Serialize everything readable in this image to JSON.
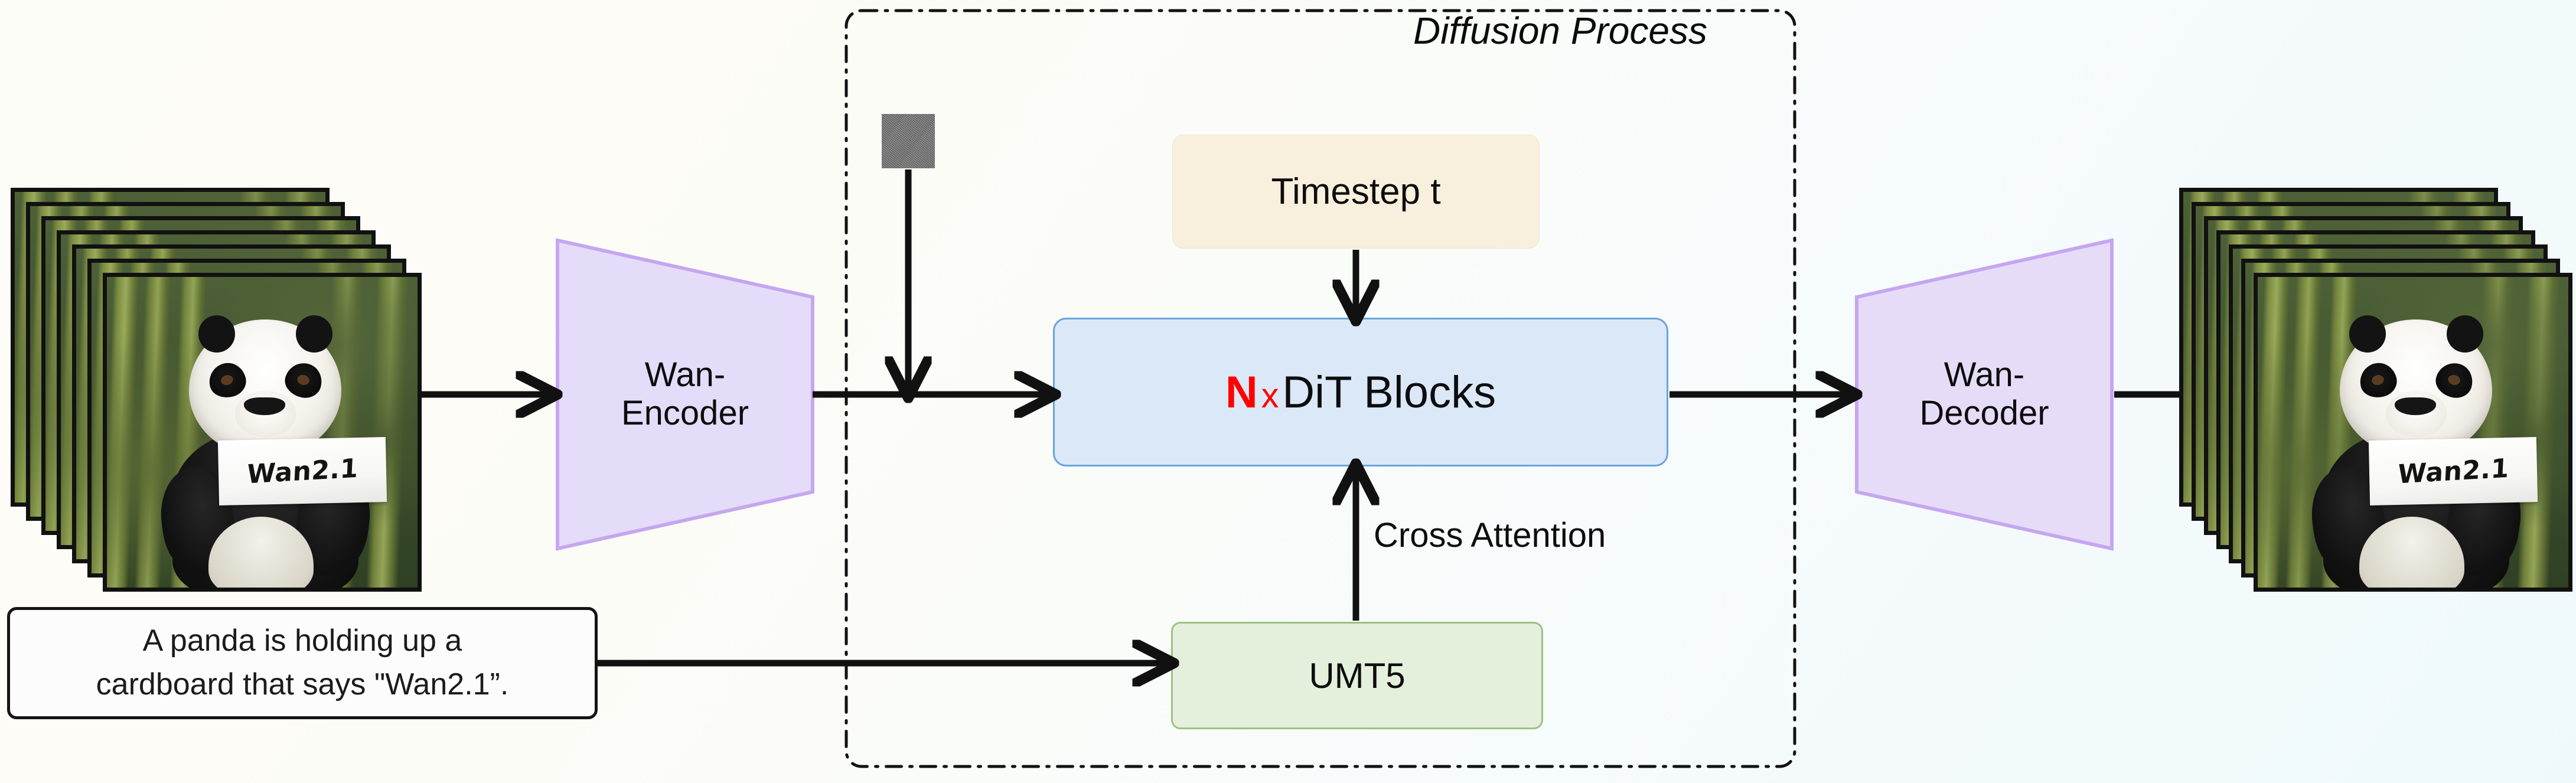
{
  "figure": {
    "title": "Wan2.1 text-to-video diffusion pipeline",
    "region_label": "Diffusion Process"
  },
  "colors": {
    "encoder_fill": "#e4dcf8",
    "encoder_stroke": "#c6a6ef",
    "decoder_fill": "#e6dcf8",
    "decoder_stroke": "#c6a6ef",
    "dit_fill": "#dbe8f8",
    "dit_stroke": "#6aa3dd",
    "timestep_fill": "#f8efdd",
    "umt5_fill": "#e4efdc",
    "umt5_stroke": "#9cc281",
    "accent_red": "#ff0000",
    "edge_color": "#111111",
    "prompt_border": "#141414"
  },
  "input_video": {
    "name": "input-video-frames",
    "frame_count": 7,
    "sign_text": "Wan2.1",
    "alt": "Panda holding a cardboard sign reading Wan2.1 in a bamboo forest"
  },
  "output_video": {
    "name": "output-video-frames",
    "frame_count": 7,
    "sign_text": "Wan2.1",
    "alt": "Generated panda holding a cardboard sign reading Wan2.1 in a bamboo forest"
  },
  "nodes": {
    "encoder": {
      "label_line1": "Wan-",
      "label_line2": "Encoder"
    },
    "decoder": {
      "label_line1": "Wan-",
      "label_line2": "Decoder"
    },
    "timestep": {
      "label": "Timestep t"
    },
    "dit": {
      "n": "N",
      "times": "x",
      "label": "DiT Blocks"
    },
    "umt5": {
      "label": "UMT5"
    },
    "noise": {
      "label": "gaussian-noise-latent"
    }
  },
  "prompt": {
    "line1": "A panda is holding up a",
    "line2": "cardboard that says \"Wan2.1”."
  },
  "edges": [
    {
      "name": "video-to-encoder",
      "label": ""
    },
    {
      "name": "encoder-to-dit",
      "label": ""
    },
    {
      "name": "noise-to-latent",
      "label": ""
    },
    {
      "name": "timestep-to-dit",
      "label": ""
    },
    {
      "name": "umt5-to-dit",
      "label": "Cross Attention"
    },
    {
      "name": "prompt-to-umt5",
      "label": ""
    },
    {
      "name": "dit-to-decoder",
      "label": ""
    },
    {
      "name": "decoder-to-video",
      "label": ""
    }
  ]
}
